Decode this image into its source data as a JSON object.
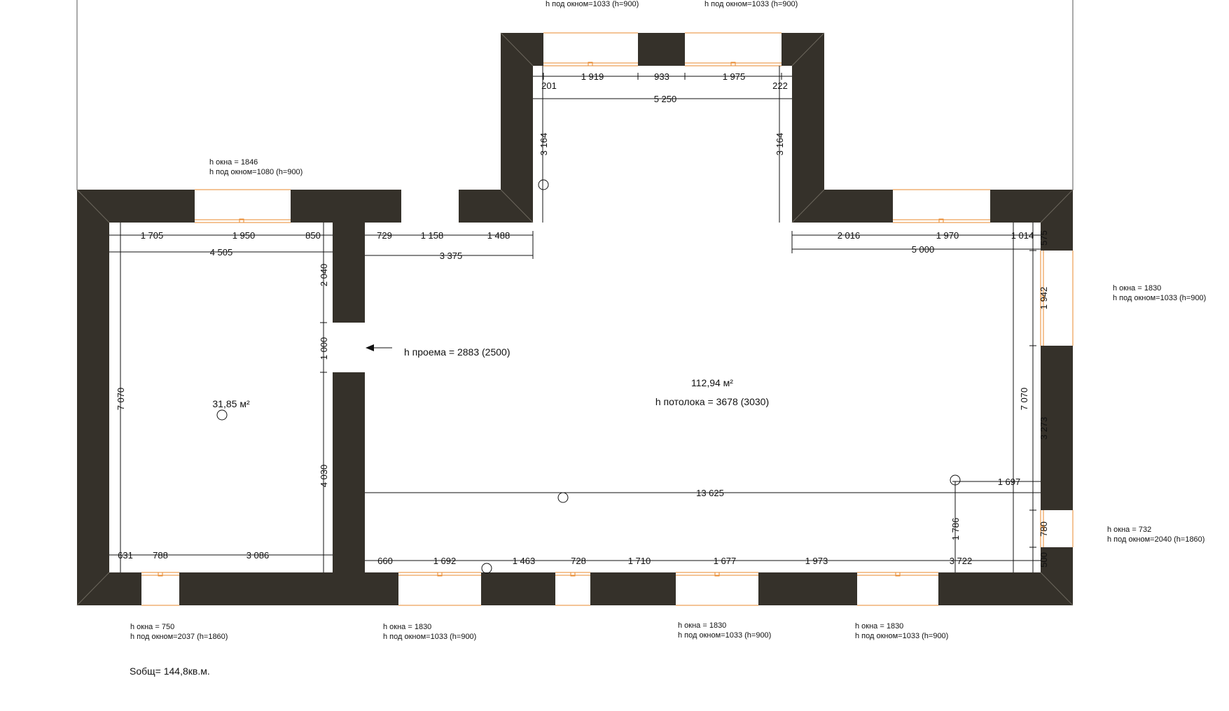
{
  "colors": {
    "wall": "#35312a",
    "window": "#e8892d",
    "paper": "#ffffff",
    "ink": "#111111"
  },
  "rooms": {
    "left": {
      "area": "31,85 м²"
    },
    "main": {
      "area": "112,94 м²",
      "ceiling": "h потолока = 3678 (3030)"
    }
  },
  "opening_note": "h проема = 2883 (2500)",
  "total_area": "Sобщ= 144,8кв.м.",
  "window_notes": {
    "top_center_left": "h под окном=1033 (h=900)",
    "top_center_right": "h под окном=1033 (h=900)",
    "top_left_1": "h окна = 1846",
    "top_left_2": "h под окном=1080 (h=900)",
    "right_upper_1": "h окна = 1830",
    "right_upper_2": "h под окном=1033 (h=900)",
    "right_lower_1": "h окна = 732",
    "right_lower_2": "h под окном=2040 (h=1860)",
    "bottom_1a": "h окна = 750",
    "bottom_1b": "h под окном=2037 (h=1860)",
    "bottom_2a": "h окна = 1830",
    "bottom_2b": "h под окном=1033 (h=900)",
    "bottom_3a": "h окна = 1830",
    "bottom_3b": "h под окном=1033 (h=900)",
    "bottom_4a": "h окна = 1830",
    "bottom_4b": "h под окном=1033 (h=900)"
  },
  "dims": {
    "bay_201": "201",
    "bay_1919": "1 919",
    "bay_933": "933",
    "bay_1975": "1 975",
    "bay_222": "222",
    "bay_5250": "5 250",
    "bay_3164_left": "3 164",
    "bay_3164_right": "3 164",
    "left_1705": "1 705",
    "left_1950": "1 950",
    "left_850": "850",
    "left_4505": "4 505",
    "left_2040": "2 040",
    "left_1000": "1 000",
    "left_4030": "4 030",
    "left_7070": "7 070",
    "left_631": "631",
    "left_788": "788",
    "left_3086": "3 086",
    "main_729": "729",
    "main_1158": "1 158",
    "main_1488": "1 488",
    "main_3375": "3 375",
    "main_2016": "2 016",
    "main_1970": "1 970",
    "main_1014": "1 014",
    "main_575": "575",
    "main_5000": "5 000",
    "right_1942": "1 942",
    "right_3273": "3 273",
    "right_7070": "7 070",
    "right_780": "780",
    "right_500": "500",
    "main_13625": "13 625",
    "main_1697": "1 697",
    "main_1786": "1 786",
    "bot_660": "660",
    "bot_1692": "1 692",
    "bot_1463": "1 463",
    "bot_728": "728",
    "bot_1710": "1 710",
    "bot_1677": "1 677",
    "bot_1973": "1 973",
    "bot_3722": "3 722"
  }
}
